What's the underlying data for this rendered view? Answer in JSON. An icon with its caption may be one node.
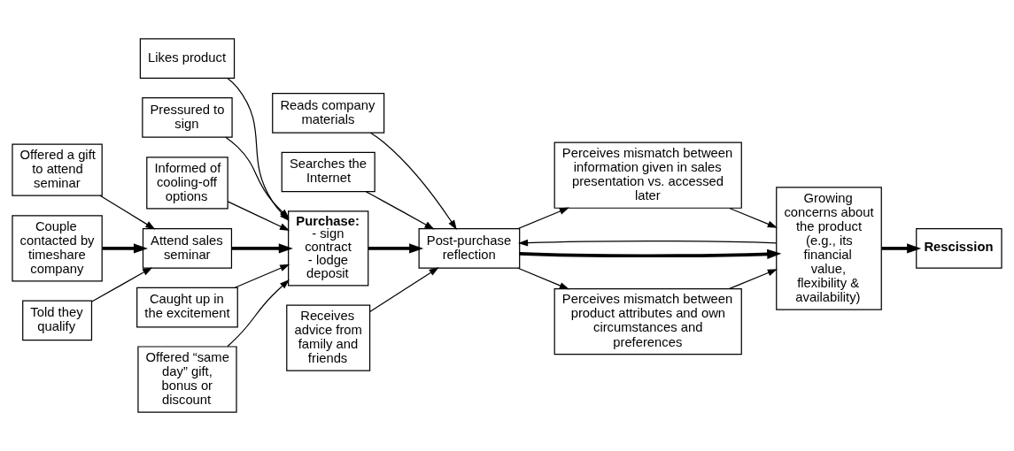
{
  "diagram": {
    "nodes": [
      {
        "text": [
          "Couple contacted by timeshare company"
        ]
      },
      {
        "text": [
          "Offered a gift to attend seminar"
        ]
      },
      {
        "text": [
          "Told they qualify"
        ]
      },
      {
        "text": [
          "Attend sales seminar"
        ]
      },
      {
        "text": [
          "Likes product"
        ]
      },
      {
        "text": [
          "Pressured to sign"
        ]
      },
      {
        "text": [
          "Informed of cooling-off options"
        ]
      },
      {
        "text": [
          "Caught up in the excitement"
        ]
      },
      {
        "text": [
          "Offered “same day” gift, bonus or discount"
        ]
      },
      {
        "text": [
          "Purchase:",
          "- sign contract",
          "- lodge deposit"
        ]
      },
      {
        "text": [
          "Reads company materials"
        ]
      },
      {
        "text": [
          "Searches the Internet"
        ]
      },
      {
        "text": [
          "Receives advice from family and friends"
        ]
      },
      {
        "text": [
          "Post-purchase reflection"
        ]
      },
      {
        "text": [
          "Perceives mismatch between information given in sales presentation vs. accessed later"
        ]
      },
      {
        "text": [
          "Growing concerns about the product (e.g., its financial value, flexibility & availability)"
        ]
      },
      {
        "text": [
          "Perceives mismatch between product attributes and own circumstances and preferences"
        ]
      },
      {
        "text": [
          "Rescission"
        ]
      }
    ],
    "edges": [
      {
        "from": 0,
        "to": 3,
        "arrow": "to",
        "style": "thick"
      },
      {
        "from": 1,
        "to": 3,
        "arrow": "to"
      },
      {
        "from": 2,
        "to": 3,
        "arrow": "to"
      },
      {
        "from": 3,
        "to": 9,
        "arrow": "to",
        "style": "thick"
      },
      {
        "from": 4,
        "to": 9,
        "arrow": "to"
      },
      {
        "from": 5,
        "to": 9,
        "arrow": "to"
      },
      {
        "from": 6,
        "to": 9,
        "arrow": "to"
      },
      {
        "from": 7,
        "to": 9,
        "arrow": "to"
      },
      {
        "from": 8,
        "to": 9,
        "arrow": "to"
      },
      {
        "from": 9,
        "to": 13,
        "arrow": "to",
        "style": "thick"
      },
      {
        "from": 10,
        "to": 13,
        "arrow": "to"
      },
      {
        "from": 11,
        "to": 13,
        "arrow": "to"
      },
      {
        "from": 12,
        "to": 13,
        "arrow": "to"
      },
      {
        "from": 13,
        "to": 14,
        "arrow": "to"
      },
      {
        "from": 13,
        "to": 16,
        "arrow": "to"
      },
      {
        "from": 14,
        "to": 15,
        "arrow": "to"
      },
      {
        "from": 16,
        "to": 15,
        "arrow": "to"
      },
      {
        "from": 15,
        "to": 13,
        "arrow": "to"
      },
      {
        "from": 13,
        "to": 15,
        "arrow": "to",
        "style": "thick"
      },
      {
        "from": 15,
        "to": 17,
        "arrow": "to",
        "style": "thick"
      }
    ]
  }
}
